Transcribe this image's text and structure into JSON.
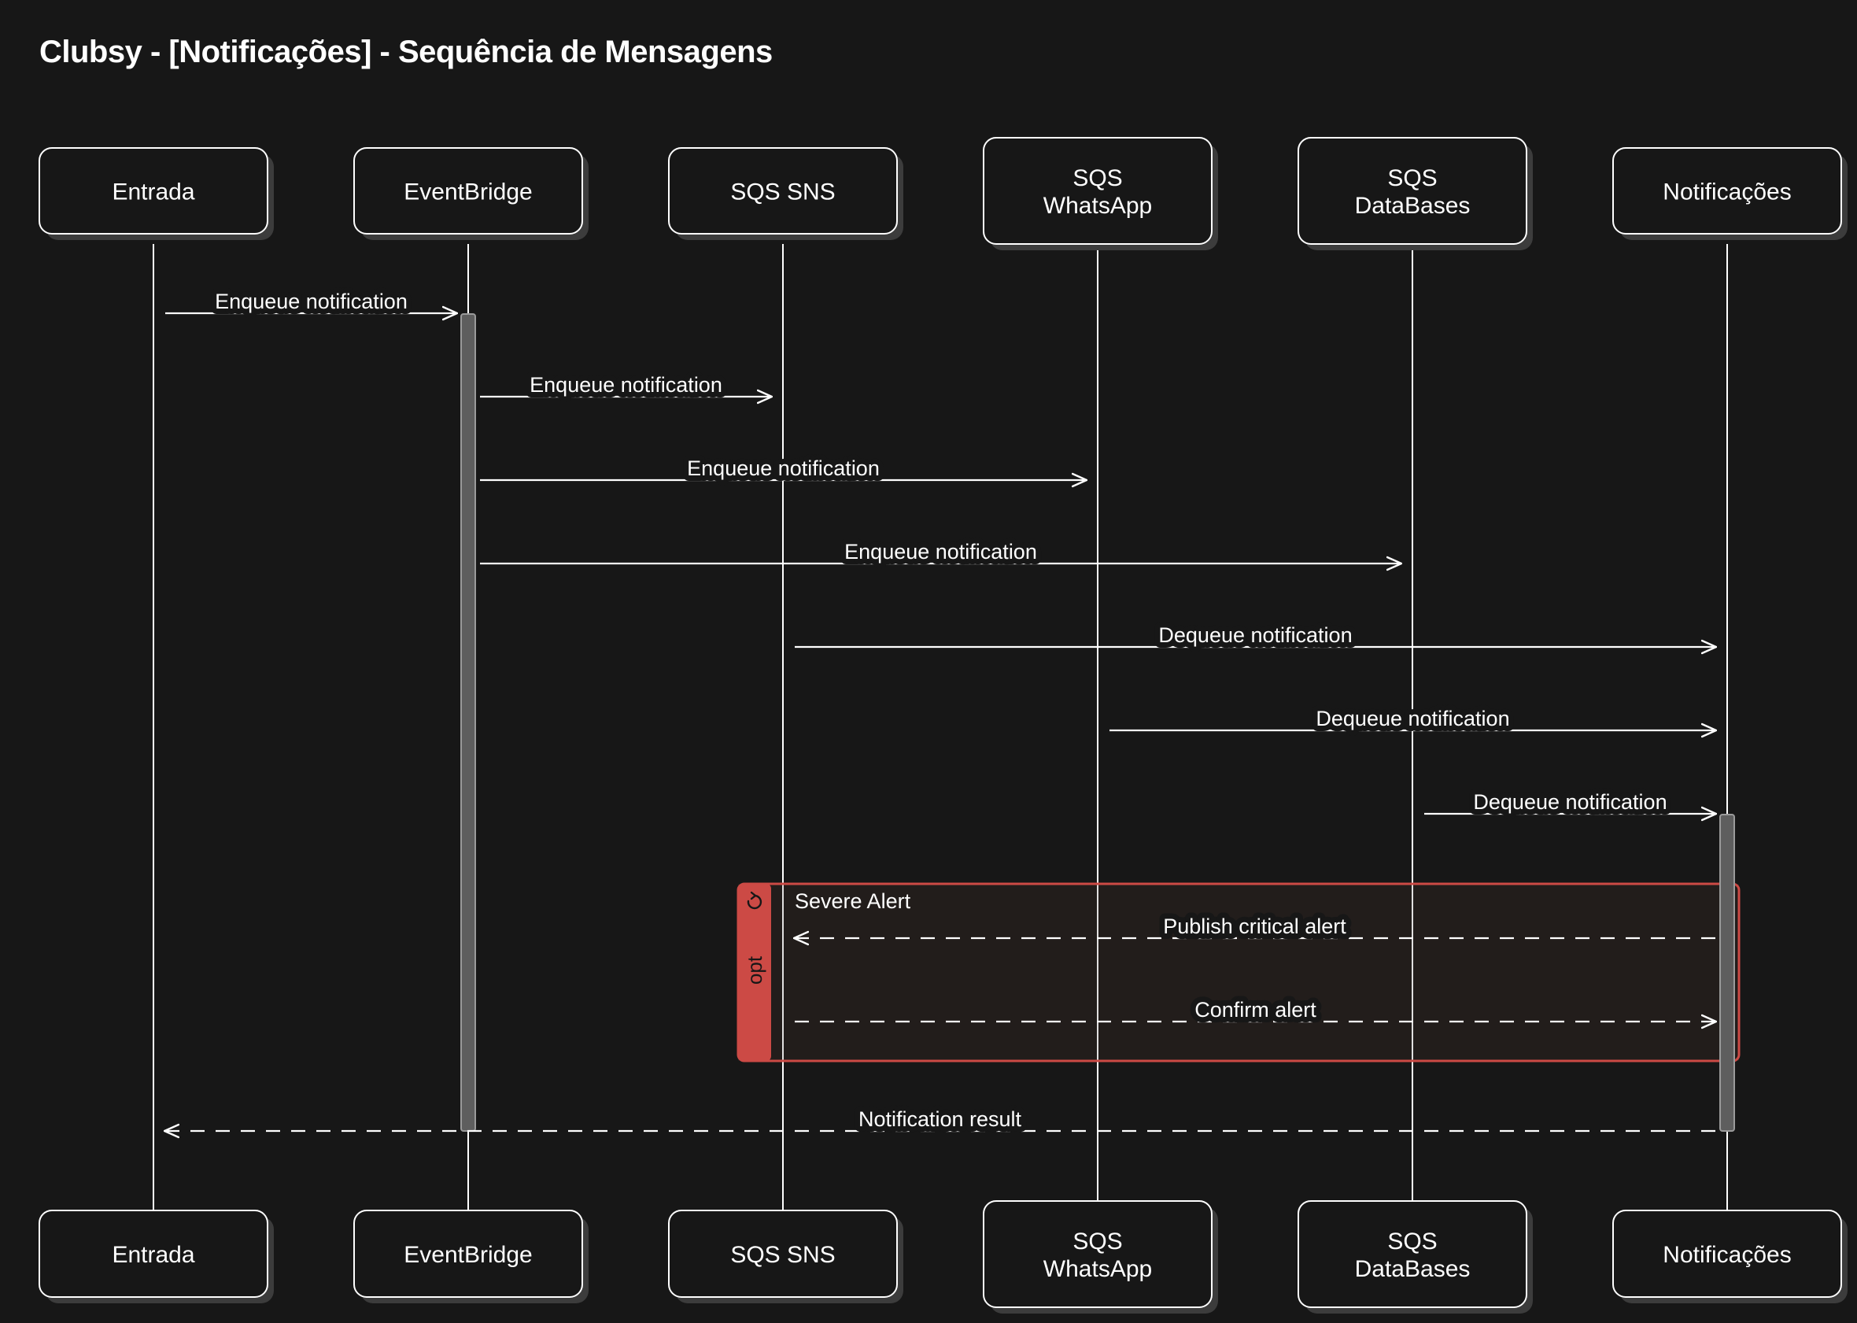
{
  "title": "Clubsy - [Notificações] - Sequência de Mensagens",
  "colors": {
    "background": "#171717",
    "line": "#ffffff",
    "box_fill": "#171717",
    "box_shadow": "#3c3c3c",
    "activation": "#5e5e5e",
    "opt_border": "#cc4a45",
    "opt_fill": "#241e1c",
    "opt_tab": "#cc4a45",
    "opt_label": "#171717"
  },
  "participants": [
    {
      "id": "entrada",
      "lines": [
        "Entrada"
      ]
    },
    {
      "id": "eventbridge",
      "lines": [
        "EventBridge"
      ]
    },
    {
      "id": "sqs-sns",
      "lines": [
        "SQS SNS"
      ]
    },
    {
      "id": "sqs-whatsapp",
      "lines": [
        "SQS",
        "WhatsApp"
      ]
    },
    {
      "id": "sqs-databases",
      "lines": [
        "SQS",
        "DataBases"
      ]
    },
    {
      "id": "notificacoes",
      "lines": [
        "Notificações"
      ]
    }
  ],
  "messages": [
    {
      "from": 0,
      "to": 1,
      "label": "Enqueue notification",
      "style": "solid"
    },
    {
      "from": 1,
      "to": 2,
      "label": "Enqueue notification",
      "style": "solid"
    },
    {
      "from": 1,
      "to": 3,
      "label": "Enqueue notification",
      "style": "solid"
    },
    {
      "from": 1,
      "to": 4,
      "label": "Enqueue notification",
      "style": "solid"
    },
    {
      "from": 2,
      "to": 5,
      "label": "Dequeue notification",
      "style": "solid"
    },
    {
      "from": 3,
      "to": 5,
      "label": "Dequeue notification",
      "style": "solid"
    },
    {
      "from": 4,
      "to": 5,
      "label": "Dequeue notification",
      "style": "solid"
    },
    {
      "from": 5,
      "to": 2,
      "label": "Publish critical alert",
      "style": "dashed"
    },
    {
      "from": 2,
      "to": 5,
      "label": "Confirm alert",
      "style": "dashed"
    },
    {
      "from": 5,
      "to": 0,
      "label": "Notification result",
      "style": "dashed"
    }
  ],
  "opt_block": {
    "keyword": "opt",
    "condition": "Severe Alert",
    "icon": "refresh-loop-icon",
    "message_range": [
      7,
      8
    ]
  }
}
